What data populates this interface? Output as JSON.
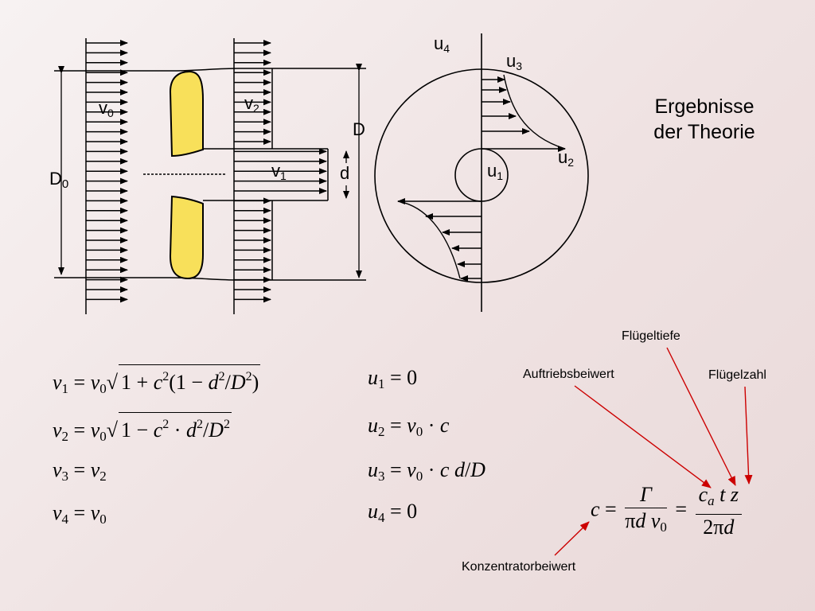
{
  "title_lines": [
    "Ergebnisse",
    "der Theorie"
  ],
  "diagram_labels": {
    "v0": "v",
    "v0_sub": "0",
    "v2": "v",
    "v2_sub": "2",
    "v1": "v",
    "v1_sub": "1",
    "D0": "D",
    "D0_sub": "0",
    "D": "D",
    "d": "d",
    "u1": "u",
    "u1_sub": "1",
    "u2": "u",
    "u2_sub": "2",
    "u3": "u",
    "u3_sub": "3",
    "u4": "u",
    "u4_sub": "4"
  },
  "equations": {
    "v1_lhs": "v",
    "v1_lhs_sub": "1",
    "v1_eq": " = ",
    "v1_r": "v",
    "v1_r_sub": "0",
    "v1_rad_a": "1 + ",
    "v1_rad_c": "c",
    "v1_rad_c_sup": "2",
    "v1_rad_b": "(1 − ",
    "v1_rad_d": "d",
    "v1_rad_d_sup": "2",
    "v1_rad_slash": "/",
    "v1_rad_D": "D",
    "v1_rad_D_sup": "2",
    "v1_rad_end": ")",
    "v2_lhs": "v",
    "v2_lhs_sub": "2",
    "v2_eq": " = ",
    "v2_r": "v",
    "v2_r_sub": "0",
    "v2_rad_a": "1 − ",
    "v2_rad_c": "c",
    "v2_rad_c_sup": "2",
    "v2_rad_dot": " · ",
    "v2_rad_d": "d",
    "v2_rad_d_sup": "2",
    "v2_rad_slash": "/",
    "v2_rad_D": "D",
    "v2_rad_D_sup": "2",
    "v3_lhs": "v",
    "v3_lhs_sub": "3",
    "v3_eq": " = ",
    "v3_r": "v",
    "v3_r_sub": "2",
    "v4_lhs": "v",
    "v4_lhs_sub": "4",
    "v4_eq": " = ",
    "v4_r": "v",
    "v4_r_sub": "0",
    "u1_lhs": "u",
    "u1_lhs_sub": "1",
    "u1_rhs": " = 0",
    "u2_lhs": "u",
    "u2_lhs_sub": "2",
    "u2_eq": " = ",
    "u2_v": "v",
    "u2_v_sub": "0",
    "u2_rest": " · ",
    "u2_c": "c",
    "u3_lhs": "u",
    "u3_lhs_sub": "3",
    "u3_eq": " = ",
    "u3_v": "v",
    "u3_v_sub": "0",
    "u3_dot": " · ",
    "u3_c": "c",
    "u3_sp": " ",
    "u3_d": "d",
    "u3_slash": "/",
    "u3_D": "D",
    "u4_lhs": "u",
    "u4_lhs_sub": "4",
    "u4_rhs": " = 0"
  },
  "formula_c": {
    "lhs": "c",
    "eq1": " = ",
    "f1_num": "Γ",
    "f1_den_pi": "π",
    "f1_den_d": "d",
    "f1_den_v": "v",
    "f1_den_v_sub": "0",
    "eq2": " = ",
    "f2_num_c": "c",
    "f2_num_c_sub": "a",
    "f2_num_t": " t",
    "f2_num_z": " z",
    "f2_den_2": "2",
    "f2_den_pi": "π",
    "f2_den_d": "d"
  },
  "annotations": {
    "fluegeltiefe": "Flügeltiefe",
    "auftriebsbeiwert": "Auftriebsbeiwert",
    "fluegelzahl": "Flügelzahl",
    "konzentratorbeiwert": "Konzentratorbeiwert"
  },
  "colors": {
    "blade_fill": "#f8e05a",
    "annotation_arrow": "#cc0000",
    "line": "#000000"
  }
}
